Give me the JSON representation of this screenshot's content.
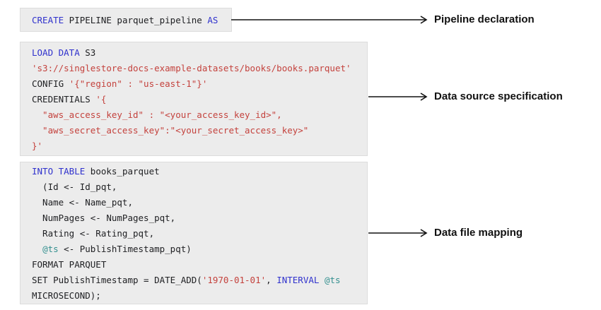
{
  "colors": {
    "keyword": "#3032cd",
    "string": "#c4423d",
    "variable": "#34908f",
    "code_text": "#202124",
    "block_bg": "#ececec",
    "block_border": "#dcdcdc",
    "arrow": "#111111",
    "label_text": "#111111"
  },
  "annotations": [
    {
      "label": "Pipeline declaration"
    },
    {
      "label": "Data source specification"
    },
    {
      "label": "Data file mapping"
    }
  ],
  "blocks": [
    {
      "name": "pipeline-declaration-code",
      "lines": [
        [
          {
            "t": "CREATE",
            "c": "kw"
          },
          {
            "t": " PIPELINE parquet_pipeline ",
            "c": "plain"
          },
          {
            "t": "AS",
            "c": "kw"
          }
        ]
      ]
    },
    {
      "name": "data-source-specification-code",
      "lines": [
        [
          {
            "t": "LOAD DATA",
            "c": "kw"
          },
          {
            "t": " S3",
            "c": "plain"
          }
        ],
        [
          {
            "t": "'s3://singlestore-docs-example-datasets/books/books.parquet'",
            "c": "str"
          }
        ],
        [
          {
            "t": "CONFIG ",
            "c": "plain"
          },
          {
            "t": "'{\"region\" : \"us-east-1\"}'",
            "c": "str"
          }
        ],
        [
          {
            "t": "CREDENTIALS ",
            "c": "plain"
          },
          {
            "t": "'{",
            "c": "str"
          }
        ],
        [
          {
            "t": "  \"aws_access_key_id\" : \"<your_access_key_id>\",",
            "c": "str"
          }
        ],
        [
          {
            "t": "  \"aws_secret_access_key\":\"<your_secret_access_key>\"",
            "c": "str"
          }
        ],
        [
          {
            "t": "}'",
            "c": "str"
          }
        ]
      ]
    },
    {
      "name": "data-file-mapping-code",
      "lines": [
        [
          {
            "t": "INTO TABLE",
            "c": "kw"
          },
          {
            "t": " books_parquet",
            "c": "plain"
          }
        ],
        [
          {
            "t": "  (Id <- Id_pqt,",
            "c": "plain"
          }
        ],
        [
          {
            "t": "  Name <- Name_pqt,",
            "c": "plain"
          }
        ],
        [
          {
            "t": "  NumPages <- NumPages_pqt,",
            "c": "plain"
          }
        ],
        [
          {
            "t": "  Rating <- Rating_pqt,",
            "c": "plain"
          }
        ],
        [
          {
            "t": "  ",
            "c": "plain"
          },
          {
            "t": "@ts",
            "c": "var"
          },
          {
            "t": " <- PublishTimestamp_pqt)",
            "c": "plain"
          }
        ],
        [
          {
            "t": "FORMAT PARQUET",
            "c": "plain"
          }
        ],
        [
          {
            "t": "SET PublishTimestamp = DATE_ADD(",
            "c": "plain"
          },
          {
            "t": "'1970-01-01'",
            "c": "str"
          },
          {
            "t": ", ",
            "c": "plain"
          },
          {
            "t": "INTERVAL",
            "c": "kw"
          },
          {
            "t": " ",
            "c": "plain"
          },
          {
            "t": "@ts",
            "c": "var"
          }
        ],
        [
          {
            "t": "MICROSECOND);",
            "c": "plain"
          }
        ]
      ]
    }
  ]
}
